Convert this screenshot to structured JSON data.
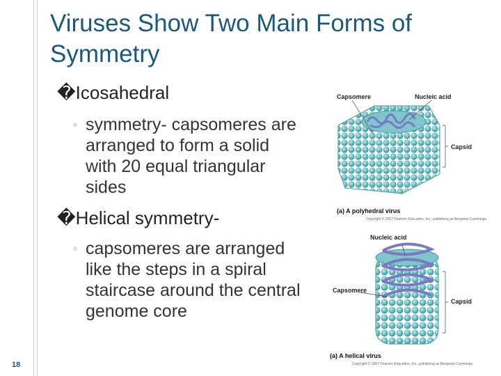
{
  "slide": {
    "title": "Viruses Show Two Main Forms of Symmetry",
    "bullets": [
      {
        "label": "Icosahedral",
        "label_prefix": "",
        "sub": "symmetry- capsomeres are arranged to form a solid with 20 equal triangular sides"
      },
      {
        "label": "Helical symmetry-",
        "sub": "capsomeres are arranged like the steps in a spiral staircase around the central genome core"
      }
    ],
    "bullet_glyph": "�",
    "sub_glyph": "◦",
    "slide_number": "18"
  },
  "figure_a": {
    "label_capsomere": "Capsomere",
    "label_nucleic": "Nucleic acid",
    "label_capsid": "Capsid",
    "caption_prefix": "(a)",
    "caption_text": "A polyhedral virus",
    "copyright": "Copyright © 2007 Pearson Education, Inc., publishing as Benjamin Cummings."
  },
  "figure_b": {
    "label_nucleic": "Nucleic acid",
    "label_capsomere": "Capsomere",
    "label_capsid": "Capsid",
    "caption_prefix": "(a)",
    "caption_text": "A helical virus",
    "copyright": "Copyright © 2007 Pearson Education, Inc., publishing as Benjamin Cummings."
  },
  "colors": {
    "title": "#1b587c",
    "capsomere_fill": "#5fb4ba",
    "capsomere_dark": "#2f8a93",
    "nucleic_acid": "#7b78c4"
  }
}
